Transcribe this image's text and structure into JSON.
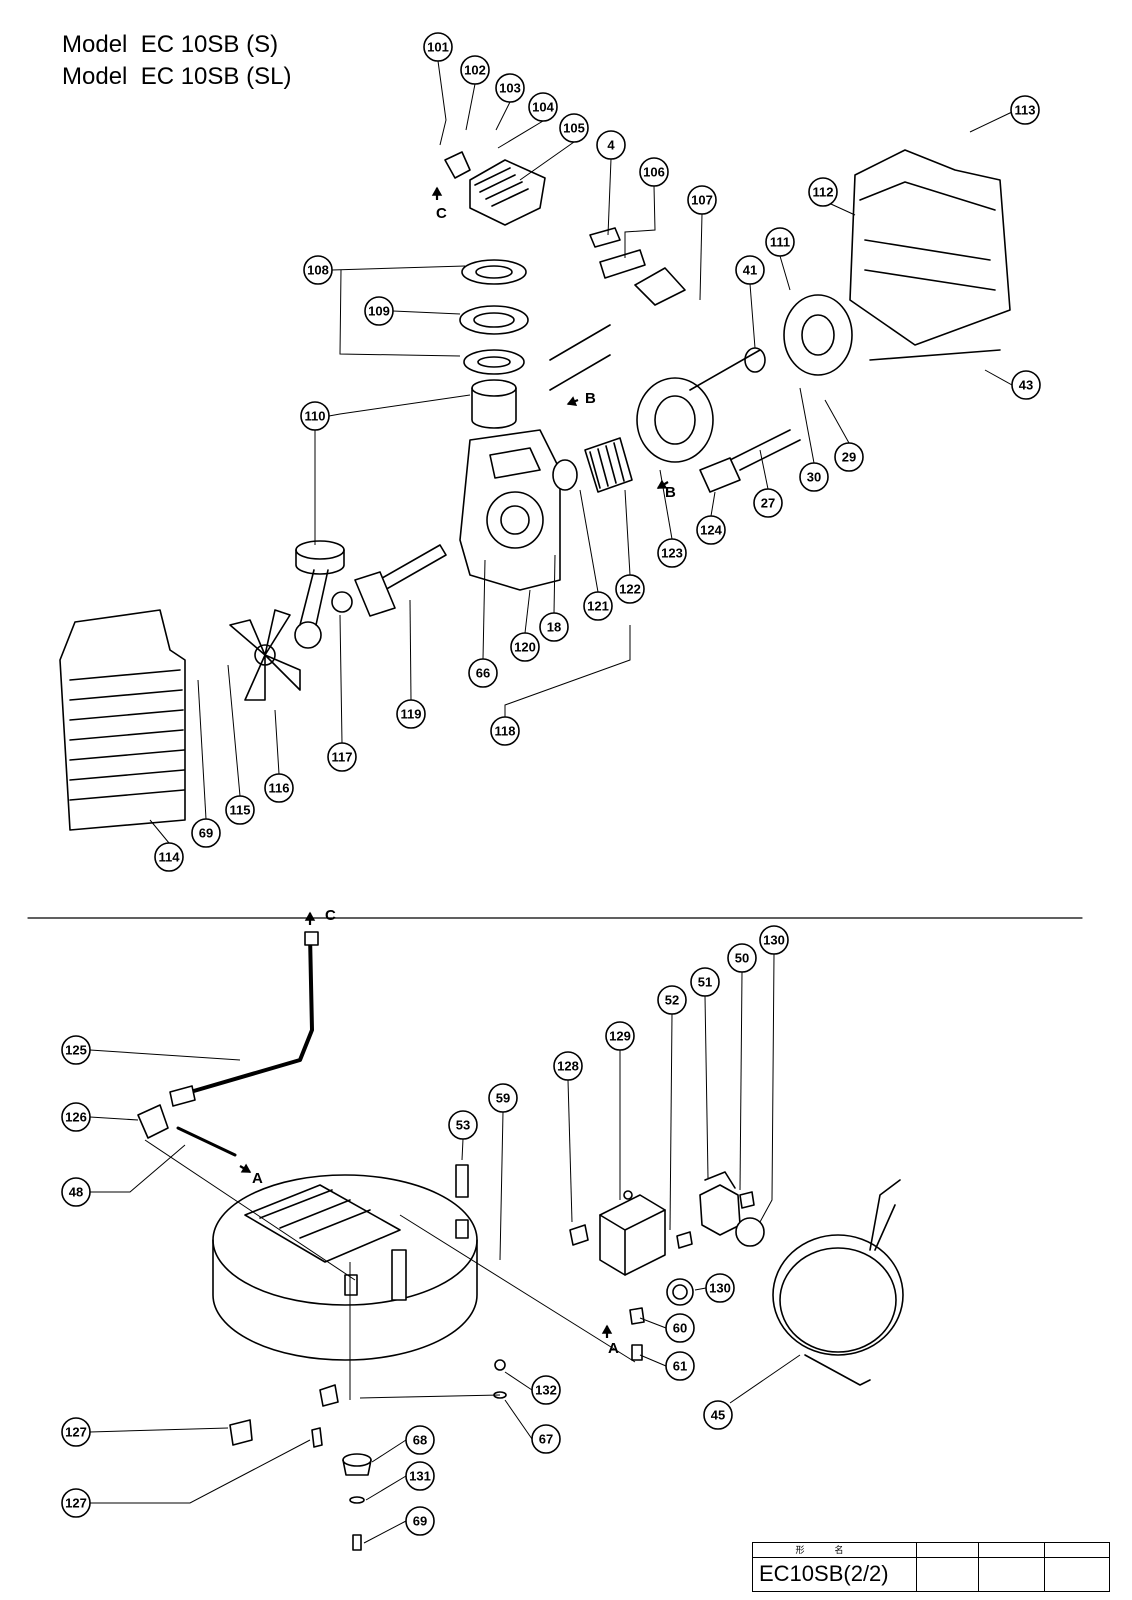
{
  "header": {
    "model_line_1": "Model  EC 10SB (S)",
    "model_line_2": "Model  EC 10SB (SL)"
  },
  "callouts": [
    "101",
    "102",
    "103",
    "104",
    "105",
    "4",
    "106",
    "107",
    "113",
    "112",
    "111",
    "41",
    "108",
    "109",
    "43",
    "110",
    "29",
    "30",
    "27",
    "124",
    "123",
    "121",
    "122",
    "18",
    "120",
    "66",
    "118",
    "119",
    "117",
    "116",
    "115",
    "69",
    "114",
    "125",
    "126",
    "48",
    "53",
    "59",
    "128",
    "129",
    "52",
    "51",
    "50",
    "130",
    "130",
    "60",
    "61",
    "132",
    "67",
    "68",
    "131",
    "69",
    "127",
    "127",
    "45"
  ],
  "arrow_labels": {
    "c_top": "C",
    "b_upper": "B",
    "b_lower": "B",
    "c_lower": "C",
    "a_left": "A",
    "a_right": "A"
  },
  "title_block": {
    "header": "形名",
    "model": "EC10SB(2/2)"
  },
  "colors": {
    "ink": "#000000",
    "paper": "#ffffff",
    "leader": "#333333"
  }
}
